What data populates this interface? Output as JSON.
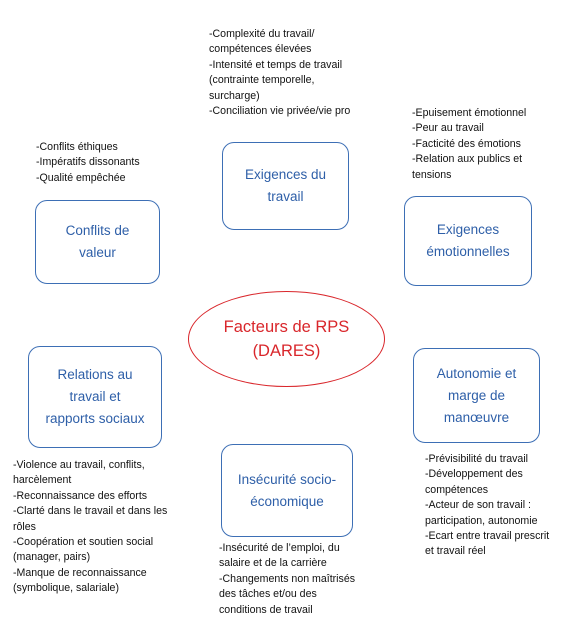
{
  "center": {
    "line1": "Facteurs de RPS",
    "line2": "(DARES)"
  },
  "boxes": {
    "exigences_travail": {
      "line1": "Exigences du",
      "line2": "travail"
    },
    "conflits_valeur": {
      "line1": "Conflits de",
      "line2": "valeur"
    },
    "exigences_emotionnelles": {
      "line1": "Exigences",
      "line2": "émotionnelles"
    },
    "relations_travail": {
      "line1": "Relations au",
      "line2": "travail et",
      "line3": "rapports sociaux"
    },
    "autonomie": {
      "line1": "Autonomie et",
      "line2": "marge de",
      "line3": "manœuvre"
    },
    "insecurite": {
      "line1": "Insécurité socio-",
      "line2": "économique"
    }
  },
  "notes": {
    "exigences_travail": "-Complexité du travail/\ncompétences élevées\n-Intensité et temps de travail\n(contrainte temporelle,\nsurcharge)\n-Conciliation vie privée/vie pro",
    "conflits_valeur": "-Conflits éthiques\n-Impératifs dissonants\n-Qualité empêchée",
    "exigences_emotionnelles": "-Epuisement émotionnel\n-Peur au travail\n-Facticité des émotions\n-Relation aux publics et\ntensions",
    "relations_travail": "-Violence au travail, conflits,\nharcèlement\n-Reconnaissance des efforts\n-Clarté dans le travail et dans les\nrôles\n-Coopération et soutien social\n(manager, pairs)\n-Manque de reconnaissance\n(symbolique, salariale)",
    "autonomie": "-Prévisibilité du travail\n-Développement des\ncompétences\n-Acteur de son travail :\nparticipation, autonomie\n-Ecart entre travail prescrit\net travail réel",
    "insecurite": "-Insécurité de l’emploi, du\nsalaire et de la carrière\n-Changements non maîtrisés\ndes tâches et/ou des\nconditions de travail"
  },
  "colors": {
    "box_border": "#3d6fb5",
    "box_text": "#2e5fa8",
    "center_accent": "#d9262b"
  }
}
